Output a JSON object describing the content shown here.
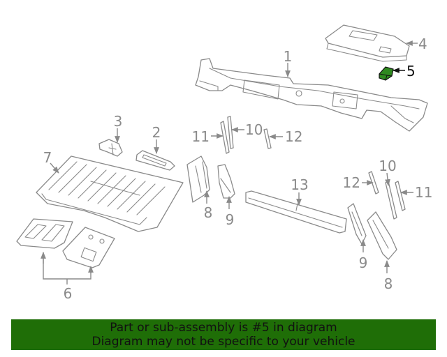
{
  "callouts": {
    "c1": "1",
    "c2": "2",
    "c3": "3",
    "c4": "4",
    "c5": "5",
    "c6": "6",
    "c7": "7",
    "c8a": "8",
    "c8b": "8",
    "c9a": "9",
    "c9b": "9",
    "c10a": "10",
    "c10b": "10",
    "c11a": "11",
    "c11b": "11",
    "c12a": "12",
    "c12b": "12",
    "c13": "13"
  },
  "highlight": {
    "part": "5",
    "color": "#2f8a1f"
  },
  "banner": {
    "line1": "Part or sub-assembly is #5 in diagram",
    "line2": "Diagram may not be specific to your vehicle",
    "background": "#1f6e07"
  }
}
